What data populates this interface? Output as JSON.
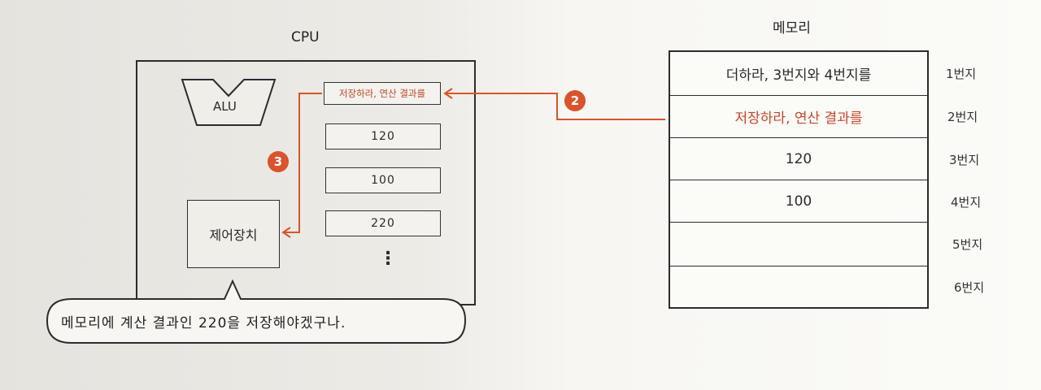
{
  "cpu": {
    "title": "CPU",
    "alu_label": "ALU",
    "registers": [
      "저장하라, 연산 결과를",
      "120",
      "100",
      "220"
    ],
    "ellipsis": "⋮",
    "control_unit": "제어장치",
    "step_badge": "3"
  },
  "memory": {
    "title": "메모리",
    "cells": [
      {
        "content": "더하라, 3번지와 4번지를",
        "address": "1번지"
      },
      {
        "content": "저장하라, 연산 결과를",
        "address": "2번지"
      },
      {
        "content": "120",
        "address": "3번지"
      },
      {
        "content": "100",
        "address": "4번지"
      },
      {
        "content": "",
        "address": "5번지"
      },
      {
        "content": "",
        "address": "6번지"
      }
    ],
    "step_badge": "2"
  },
  "speech_bubble": "메모리에 계산 결과인 220을 저장해야겠구나.",
  "colors": {
    "accent": "#d9532c",
    "highlight_text": "#c4472a",
    "line": "#2c2c2c"
  }
}
